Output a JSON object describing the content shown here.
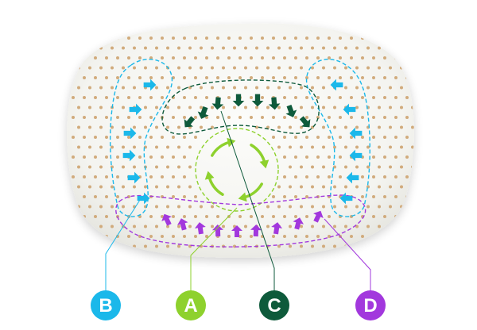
{
  "colors": {
    "zone_a": "#8ed12d",
    "zone_b": "#1bb8ea",
    "zone_c": "#0e5a3b",
    "zone_d": "#a238dd",
    "pillow": "#f6f6f2",
    "perforation": "#d1ab7c"
  },
  "zones": [
    {
      "id": "b",
      "label": "B",
      "color": "#1bb8ea",
      "arrow_direction": "inward"
    },
    {
      "id": "a",
      "label": "A",
      "color": "#8ed12d",
      "arrow_direction": "rotating"
    },
    {
      "id": "c",
      "label": "C",
      "color": "#0e5a3b",
      "arrow_direction": "downward"
    },
    {
      "id": "d",
      "label": "D",
      "color": "#a238dd",
      "arrow_direction": "upward"
    }
  ]
}
